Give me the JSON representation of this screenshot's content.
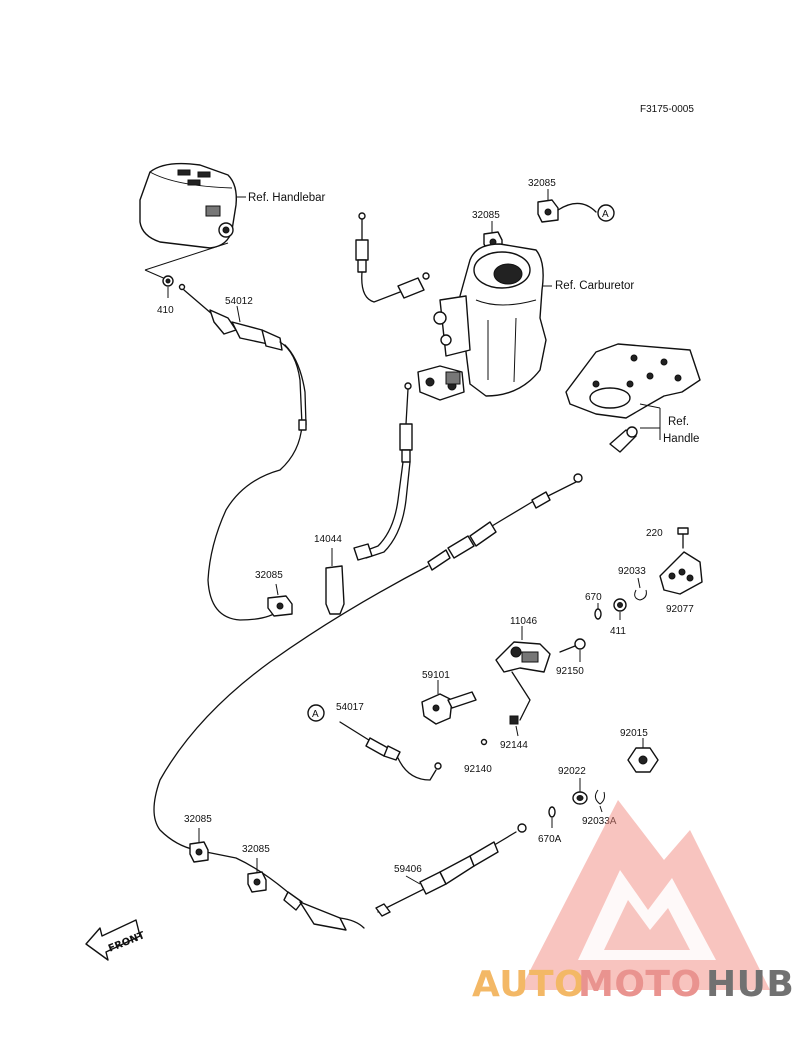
{
  "figure_code": "F3175-0005",
  "refs": {
    "handlebar": "Ref. Handlebar",
    "carburetor": "Ref. Carburetor",
    "handle_line1": "Ref.",
    "handle_line2": "Handle"
  },
  "markers": {
    "a1": "A",
    "a2": "A"
  },
  "parts": {
    "p32085_top": "32085",
    "p32085_top2": "32085",
    "p410": "410",
    "p54012": "54012",
    "p14044": "14044",
    "p32085_left": "32085",
    "p220": "220",
    "p92033": "92033",
    "p92077": "92077",
    "p670": "670",
    "p411": "411",
    "p11046": "11046",
    "p92150": "92150",
    "p59101": "59101",
    "p54017": "54017",
    "p92144": "92144",
    "p92140": "92140",
    "p92015": "92015",
    "p92022": "92022",
    "p92033A": "92033A",
    "p670A": "670A",
    "p32085_b1": "32085",
    "p32085_b2": "32085",
    "p59406": "59406"
  },
  "front_label": "FRONT",
  "watermark": {
    "auto": "AUTO",
    "moto": "MOTO",
    "hub": "HUB",
    "colors": {
      "auto": "#f3b25a",
      "moto": "#e88a86",
      "hub": "#666666",
      "triangle": "#f08a80"
    }
  }
}
